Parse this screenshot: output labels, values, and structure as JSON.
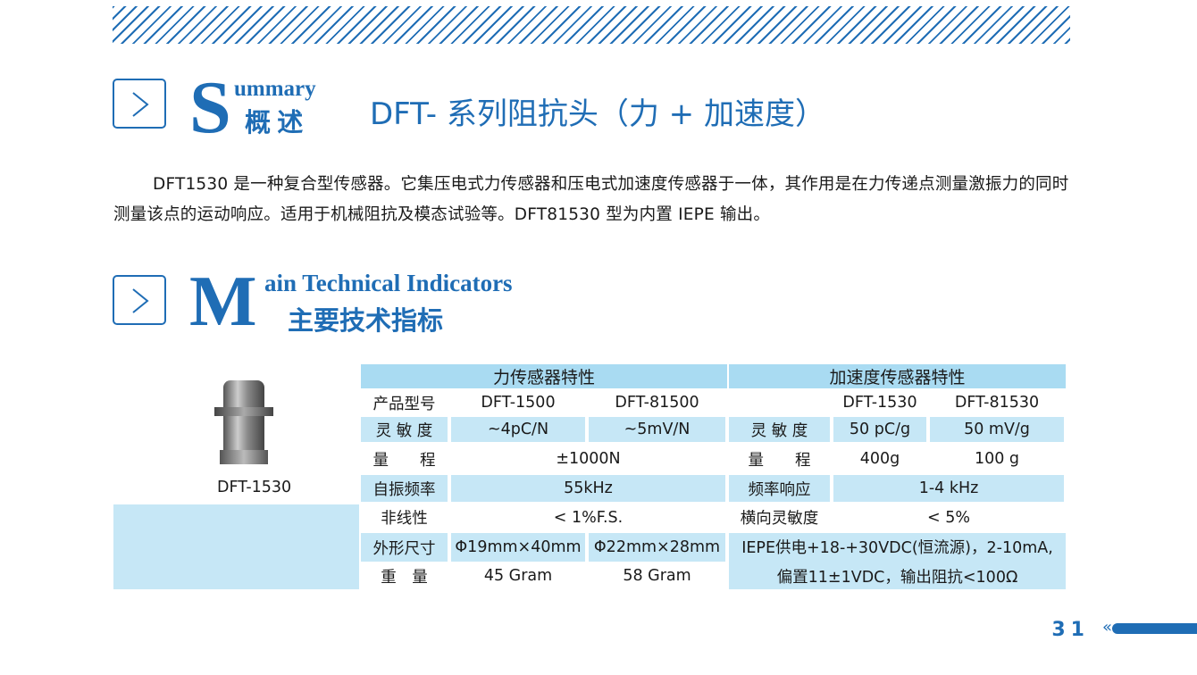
{
  "summary": {
    "big_letter": "S",
    "word": "ummary",
    "cn": "概 述",
    "title": "DFT- 系列阻抗头（力 + 加速度）",
    "paragraph": "DFT1530 是一种复合型传感器。它集压电式力传感器和压电式加速度传感器于一体，其作用是在力传递点测量激振力的同时测量该点的运动响应。适用于机械阻抗及模态试验等。DFT81530 型为内置 IEPE 输出。"
  },
  "indicators": {
    "big_letter": "M",
    "word": "ain Technical Indicators",
    "cn": "主要技术指标"
  },
  "product": {
    "caption": "DFT-1530"
  },
  "table": {
    "force_header": "力传感器特性",
    "accel_header": "加速度传感器特性",
    "rows": [
      {
        "fl": "产品型号",
        "f1": "DFT-1500",
        "f2": "DFT-81500",
        "al": "",
        "a1": "DFT-1530",
        "a2": "DFT-81530"
      },
      {
        "fl": "灵 敏 度",
        "f1": "~4pC/N",
        "f2": "~5mV/N",
        "al": "灵 敏 度",
        "a1": "50 pC/g",
        "a2": "50 mV/g"
      },
      {
        "fl": "量　　程",
        "f": "±1000N",
        "al": "量　　程",
        "a1": "400g",
        "a2": "100 g"
      },
      {
        "fl": "自振频率",
        "f": "55kHz",
        "al": "频率响应",
        "a": "1-4 kHz"
      },
      {
        "fl": "非线性",
        "f": "< 1%F.S.",
        "al": "横向灵敏度",
        "a": "< 5%"
      },
      {
        "fl": "外形尺寸",
        "f1": "Φ19mm×40mm",
        "f2": "Φ22mm×28mm"
      },
      {
        "fl": "重　量",
        "f1": "45 Gram",
        "f2": "58 Gram"
      }
    ],
    "iepe_line1": "IEPE供电+18-+30VDC(恒流源)，2-10mA,",
    "iepe_line2": "偏置11±1VDC，输出阻抗<100Ω"
  },
  "page_number": "31"
}
